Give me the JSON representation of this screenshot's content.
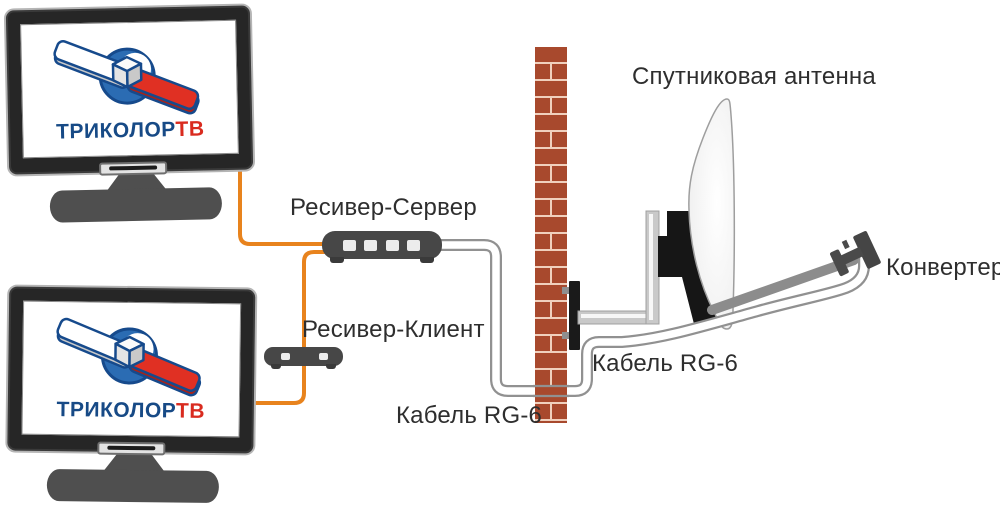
{
  "labels": {
    "receiver_server": "Ресивер-Сервер",
    "receiver_client": "Ресивер-Клиент",
    "satellite_dish": "Спутниковая антенна",
    "converter": "Конвертер",
    "cable_rg6_left": "Кабель RG-6",
    "cable_rg6_right": "Кабель RG-6"
  },
  "logo": {
    "text_primary": "ТРИКОЛОР",
    "text_accent": "ТВ",
    "color_primary": "#174a86",
    "color_accent": "#d92b1f"
  },
  "colors": {
    "background": "#ffffff",
    "cable_orange": "#e8831d",
    "cable_coax_gray": "#919191",
    "brick_red": "#a8492d",
    "mortar": "#f0d0bd",
    "device_dark": "#474747",
    "label_text": "#2e2e2e"
  },
  "devices": {
    "tv_count": 2,
    "server_port_count": 4,
    "client_port_count": 2
  }
}
